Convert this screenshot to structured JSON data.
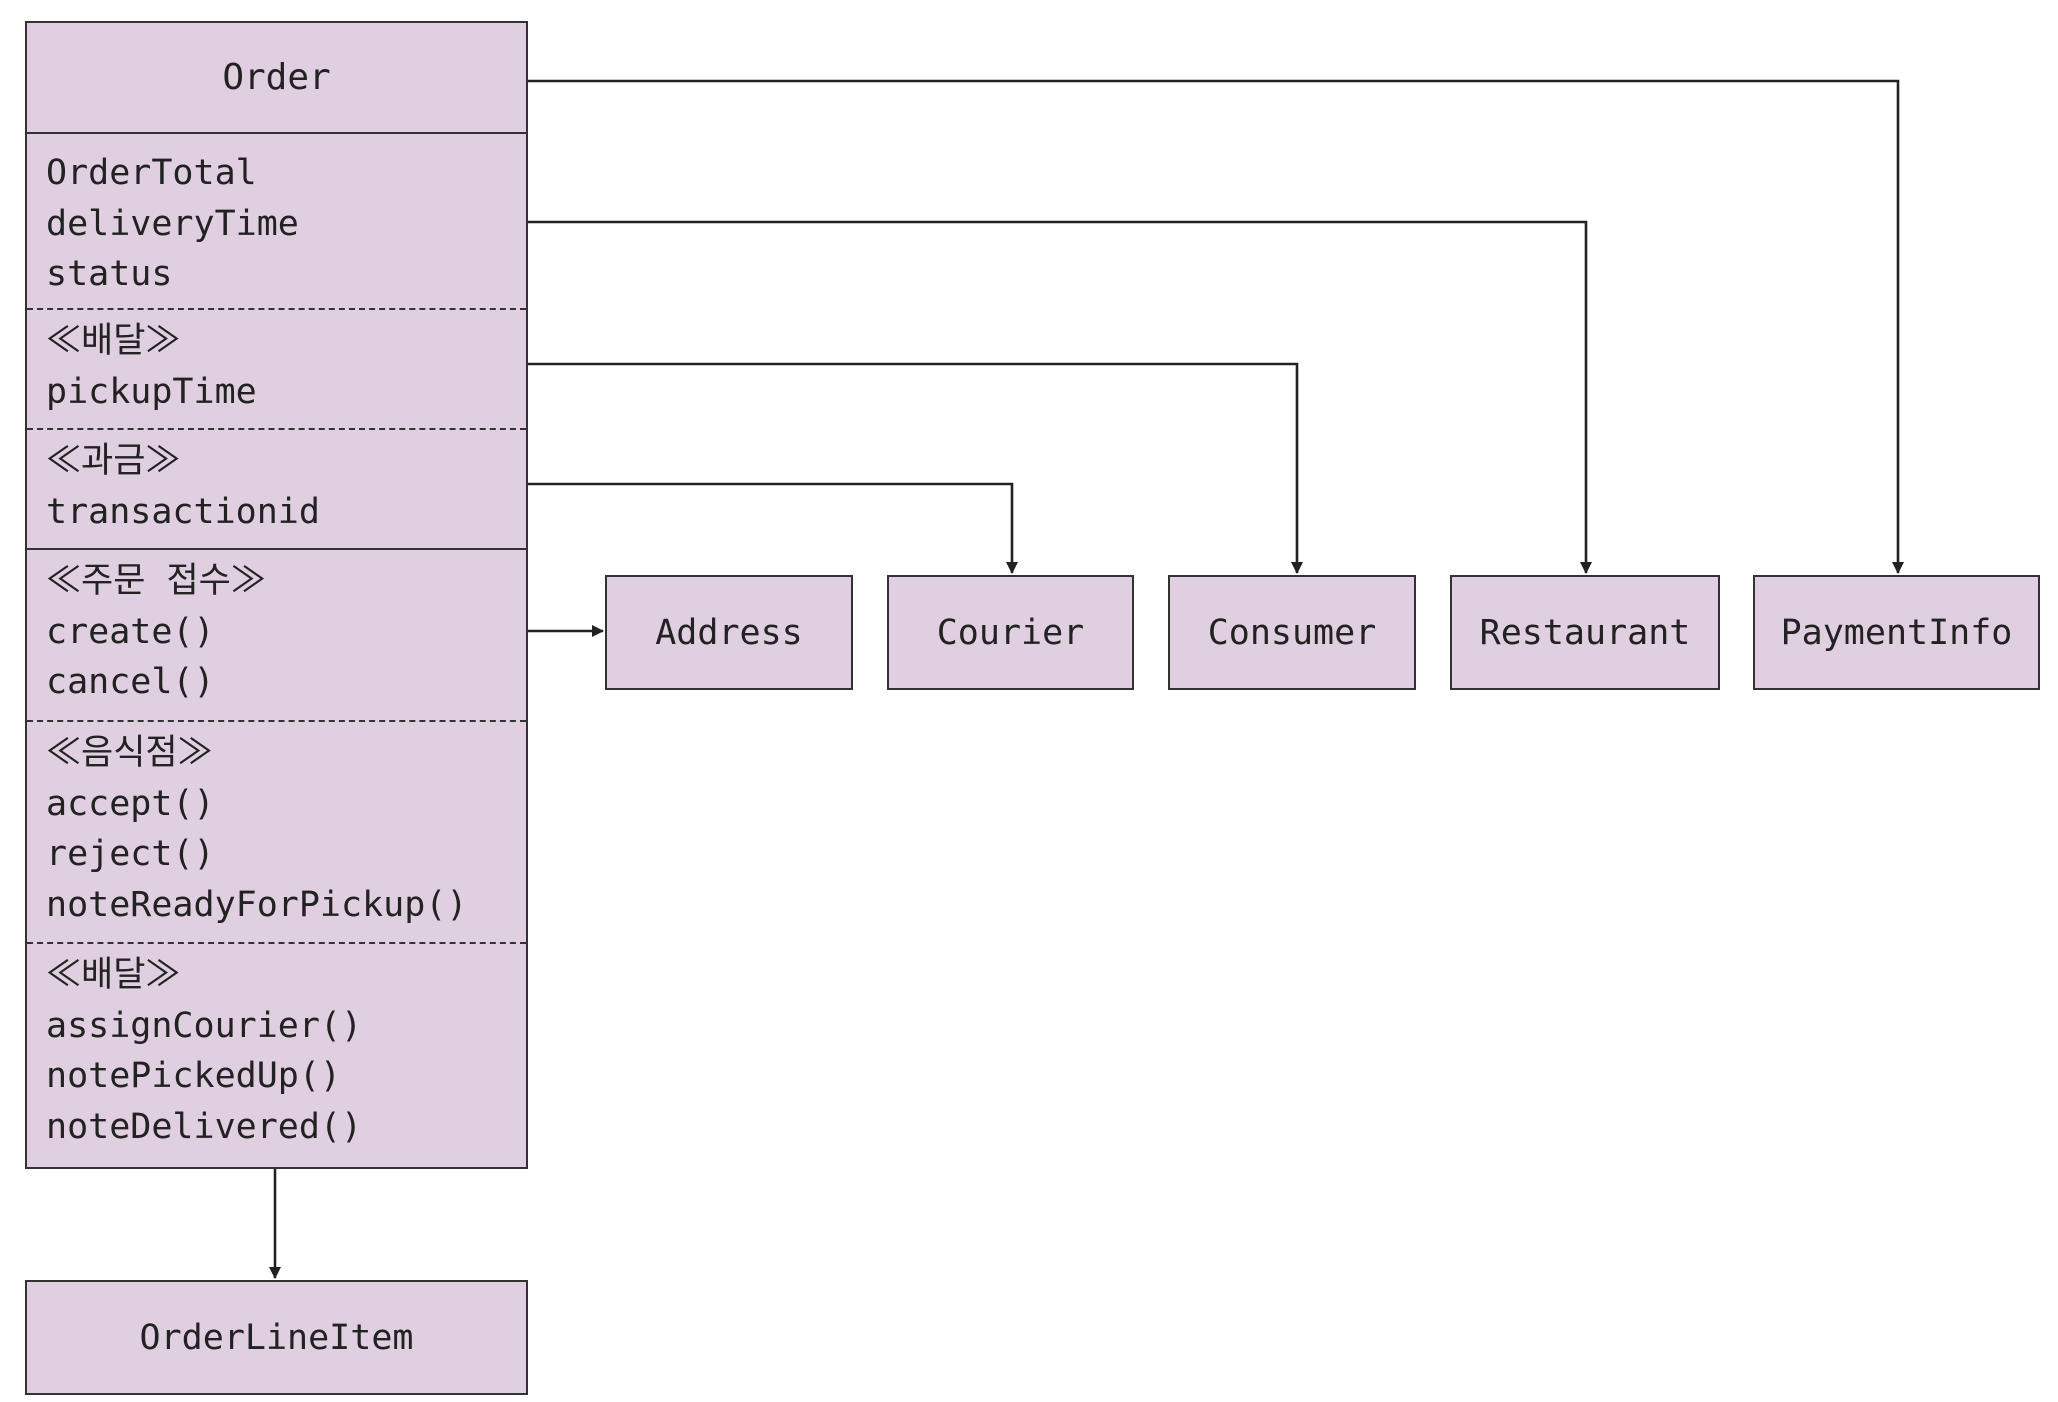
{
  "order": {
    "title": "Order",
    "sections": [
      {
        "lines": [
          "OrderTotal",
          "deliveryTime",
          "status"
        ]
      },
      {
        "lines": [
          "≪배달≫",
          "pickupTime"
        ]
      },
      {
        "lines": [
          "≪과금≫",
          "transactionid"
        ]
      },
      {
        "lines": [
          "≪주문 접수≫",
          "create()",
          "cancel()"
        ]
      },
      {
        "lines": [
          "≪음식점≫",
          "accept()",
          "reject()",
          "noteReadyForPickup()"
        ]
      },
      {
        "lines": [
          "≪배달≫",
          "assignCourier()",
          "notePickedUp()",
          "noteDelivered()"
        ]
      }
    ]
  },
  "related": {
    "address": "Address",
    "courier": "Courier",
    "consumer": "Consumer",
    "restaurant": "Restaurant",
    "payment_info": "PaymentInfo",
    "order_line_item": "OrderLineItem"
  },
  "colors": {
    "box_fill": "#dfcfe0",
    "stroke": "#333333"
  }
}
